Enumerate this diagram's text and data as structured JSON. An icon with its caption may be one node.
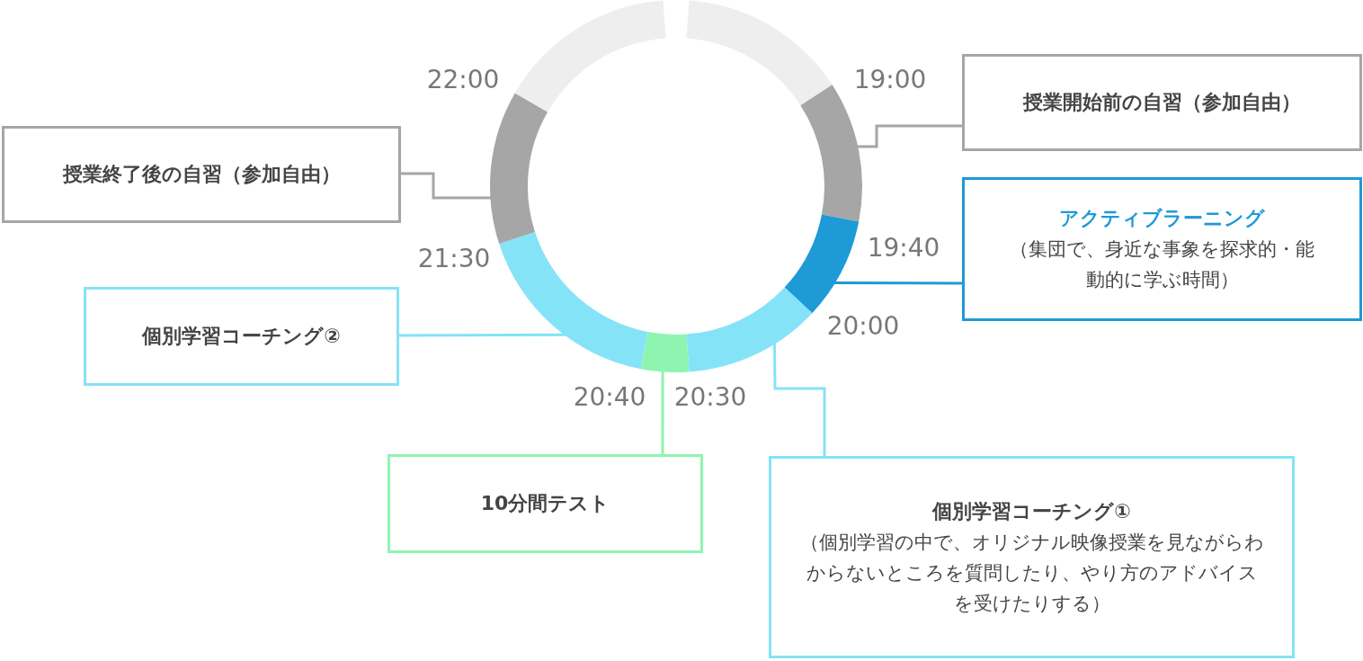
{
  "diagram": {
    "nodes": [
      {
        "text": [
          "授業開始前の自習（参加自由）"
        ]
      },
      {
        "text": [
          "アクティブラーニング",
          "（集団で、身近な事象を探求的・能動的に学ぶ時間）"
        ]
      },
      {
        "text": [
          "個別学習コーチング①",
          "（個別学習の中で、オリジナル映像授業を見ながらわからないところを質問したり、やり方のアドバイスを受けたりする）"
        ]
      },
      {
        "text": [
          "10分間テスト"
        ]
      },
      {
        "text": [
          "個別学習コーチング②"
        ]
      },
      {
        "text": [
          "授業終了後の自習（参加自由）"
        ]
      },
      {
        "text": [],
        "shape": "arc"
      },
      {
        "text": [],
        "shape": "arc"
      },
      {
        "text": [],
        "shape": "arc"
      },
      {
        "text": [],
        "shape": "arc"
      },
      {
        "text": [],
        "shape": "arc"
      },
      {
        "text": [],
        "shape": "arc"
      },
      {
        "text": [],
        "shape": "arc"
      },
      {
        "text": [],
        "shape": "arc"
      }
    ],
    "edges": [
      {
        "from": 0,
        "to": 7,
        "arrow": "none",
        "color": "#a6a6a6"
      },
      {
        "from": 1,
        "to": 8,
        "arrow": "none",
        "color": "#1e9ad6"
      },
      {
        "from": 2,
        "to": 9,
        "arrow": "none",
        "color": "#85e3f7"
      },
      {
        "from": 3,
        "to": 10,
        "arrow": "none",
        "color": "#8ef5b0"
      },
      {
        "from": 4,
        "to": 11,
        "arrow": "none",
        "color": "#85e3f7"
      },
      {
        "from": 5,
        "to": 12,
        "arrow": "none",
        "color": "#a6a6a6"
      }
    ],
    "labels": [
      "22:00",
      "19:00",
      "19:40",
      "21:30",
      "20:00",
      "20:40",
      "20:30"
    ]
  }
}
